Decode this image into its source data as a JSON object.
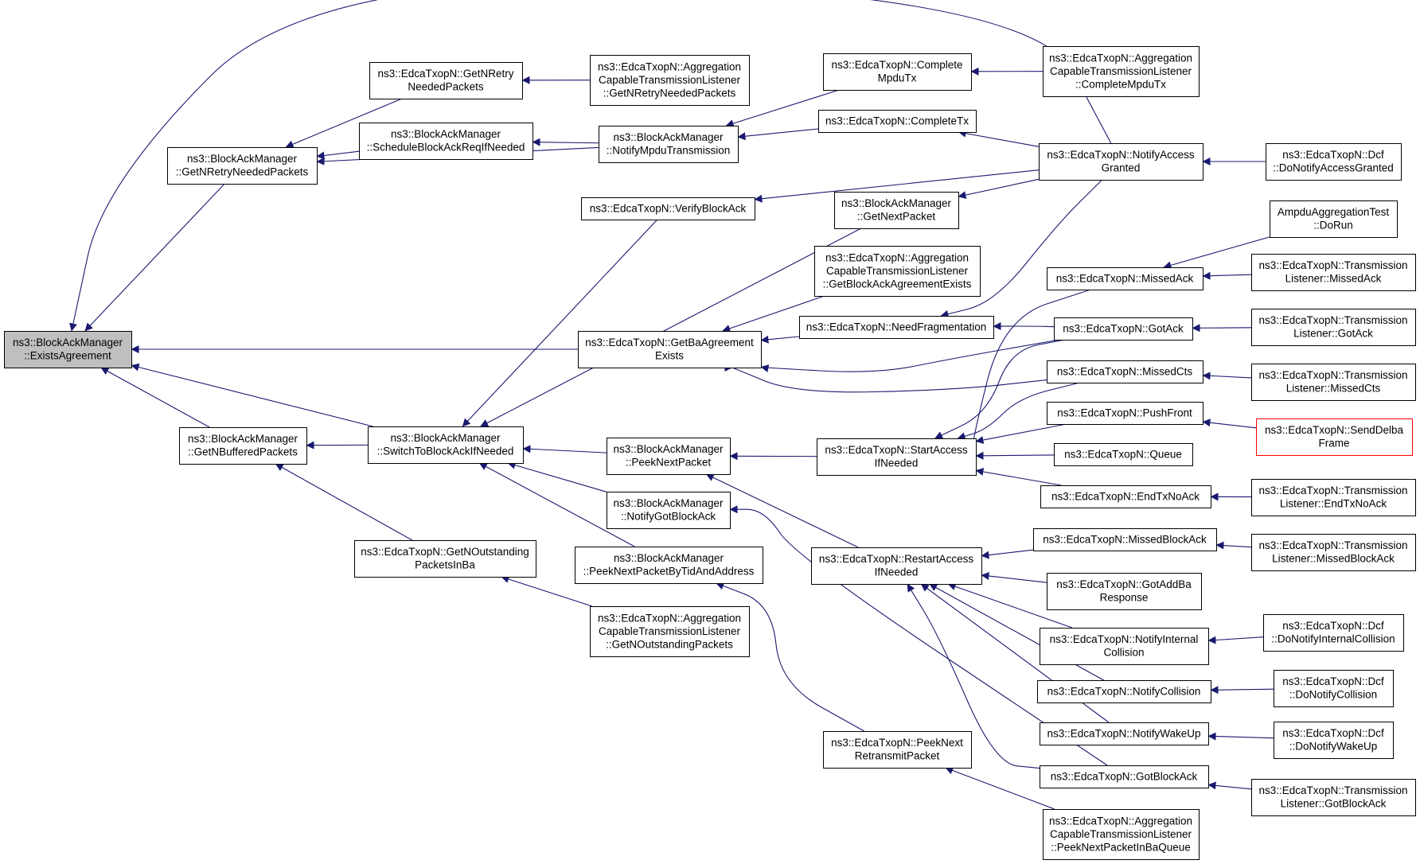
{
  "diagram": {
    "title": "",
    "nodes": [
      {
        "id": "n0",
        "lines": [
          "ns3::BlockAckManager",
          "::ExistsAgreement"
        ],
        "root": true
      },
      {
        "id": "n1",
        "lines": [
          "ns3::BlockAckManager",
          "::GetNRetryNeededPackets"
        ]
      },
      {
        "id": "n2",
        "lines": [
          "ns3::BlockAckManager",
          "::GetNBufferedPackets"
        ]
      },
      {
        "id": "n3",
        "lines": [
          "ns3::EdcaTxopN::GetNRetry",
          "NeededPackets"
        ]
      },
      {
        "id": "n4",
        "lines": [
          "ns3::BlockAckManager",
          "::ScheduleBlockAckReqIfNeeded"
        ]
      },
      {
        "id": "n5",
        "lines": [
          "ns3::BlockAckManager",
          "::SwitchToBlockAckIfNeeded"
        ]
      },
      {
        "id": "n6",
        "lines": [
          "ns3::EdcaTxopN::GetNOutstanding",
          "PacketsInBa"
        ]
      },
      {
        "id": "n7",
        "lines": [
          "ns3::EdcaTxopN::Aggregation",
          "CapableTransmissionListener",
          "::GetNRetryNeededPackets"
        ]
      },
      {
        "id": "n8",
        "lines": [
          "ns3::BlockAckManager",
          "::NotifyMpduTransmission"
        ]
      },
      {
        "id": "n9",
        "lines": [
          "ns3::EdcaTxopN::VerifyBlockAck"
        ]
      },
      {
        "id": "n10",
        "lines": [
          "ns3::EdcaTxopN::GetBaAgreement",
          "Exists"
        ]
      },
      {
        "id": "n11",
        "lines": [
          "ns3::BlockAckManager",
          "::PeekNextPacket"
        ]
      },
      {
        "id": "n12",
        "lines": [
          "ns3::BlockAckManager",
          "::NotifyGotBlockAck"
        ]
      },
      {
        "id": "n13",
        "lines": [
          "ns3::BlockAckManager",
          "::PeekNextPacketByTidAndAddress"
        ]
      },
      {
        "id": "n14",
        "lines": [
          "ns3::EdcaTxopN::Aggregation",
          "CapableTransmissionListener",
          "::GetNOutstandingPackets"
        ]
      },
      {
        "id": "n15",
        "lines": [
          "ns3::EdcaTxopN::Complete",
          "MpduTx"
        ]
      },
      {
        "id": "n16",
        "lines": [
          "ns3::EdcaTxopN::CompleteTx"
        ]
      },
      {
        "id": "n17",
        "lines": [
          "ns3::BlockAckManager",
          "::GetNextPacket"
        ]
      },
      {
        "id": "n18",
        "lines": [
          "ns3::EdcaTxopN::Aggregation",
          "CapableTransmissionListener",
          "::GetBlockAckAgreementExists"
        ]
      },
      {
        "id": "n19",
        "lines": [
          "ns3::EdcaTxopN::NeedFragmentation"
        ]
      },
      {
        "id": "n20",
        "lines": [
          "ns3::EdcaTxopN::StartAccess",
          "IfNeeded"
        ]
      },
      {
        "id": "n21",
        "lines": [
          "ns3::EdcaTxopN::RestartAccess",
          "IfNeeded"
        ]
      },
      {
        "id": "n22",
        "lines": [
          "ns3::EdcaTxopN::PeekNext",
          "RetransmitPacket"
        ]
      },
      {
        "id": "n23",
        "lines": [
          "ns3::EdcaTxopN::Aggregation",
          "CapableTransmissionListener",
          "::CompleteMpduTx"
        ]
      },
      {
        "id": "n24",
        "lines": [
          "ns3::EdcaTxopN::NotifyAccess",
          "Granted"
        ]
      },
      {
        "id": "n25",
        "lines": [
          "ns3::EdcaTxopN::MissedAck"
        ]
      },
      {
        "id": "n26",
        "lines": [
          "ns3::EdcaTxopN::GotAck"
        ]
      },
      {
        "id": "n27",
        "lines": [
          "ns3::EdcaTxopN::MissedCts"
        ]
      },
      {
        "id": "n28",
        "lines": [
          "ns3::EdcaTxopN::PushFront"
        ]
      },
      {
        "id": "n29",
        "lines": [
          "ns3::EdcaTxopN::Queue"
        ]
      },
      {
        "id": "n30",
        "lines": [
          "ns3::EdcaTxopN::EndTxNoAck"
        ]
      },
      {
        "id": "n31",
        "lines": [
          "ns3::EdcaTxopN::MissedBlockAck"
        ]
      },
      {
        "id": "n32",
        "lines": [
          "ns3::EdcaTxopN::GotAddBa",
          "Response"
        ]
      },
      {
        "id": "n33",
        "lines": [
          "ns3::EdcaTxopN::NotifyInternal",
          "Collision"
        ]
      },
      {
        "id": "n34",
        "lines": [
          "ns3::EdcaTxopN::NotifyCollision"
        ]
      },
      {
        "id": "n35",
        "lines": [
          "ns3::EdcaTxopN::NotifyWakeUp"
        ]
      },
      {
        "id": "n36",
        "lines": [
          "ns3::EdcaTxopN::GotBlockAck"
        ]
      },
      {
        "id": "n37",
        "lines": [
          "ns3::EdcaTxopN::Aggregation",
          "CapableTransmissionListener",
          "::PeekNextPacketInBaQueue"
        ]
      },
      {
        "id": "n38",
        "lines": [
          "ns3::EdcaTxopN::Dcf",
          "::DoNotifyAccessGranted"
        ]
      },
      {
        "id": "n39",
        "lines": [
          "AmpduAggregationTest",
          "::DoRun"
        ]
      },
      {
        "id": "n40",
        "lines": [
          "ns3::EdcaTxopN::Transmission",
          "Listener::MissedAck"
        ]
      },
      {
        "id": "n41",
        "lines": [
          "ns3::EdcaTxopN::Transmission",
          "Listener::GotAck"
        ]
      },
      {
        "id": "n42",
        "lines": [
          "ns3::EdcaTxopN::Transmission",
          "Listener::MissedCts"
        ]
      },
      {
        "id": "n43",
        "lines": [
          "ns3::EdcaTxopN::SendDelba",
          "Frame"
        ],
        "highlight": "red"
      },
      {
        "id": "n44",
        "lines": [
          "ns3::EdcaTxopN::Transmission",
          "Listener::EndTxNoAck"
        ]
      },
      {
        "id": "n45",
        "lines": [
          "ns3::EdcaTxopN::Transmission",
          "Listener::MissedBlockAck"
        ]
      },
      {
        "id": "n46",
        "lines": [
          "ns3::EdcaTxopN::Dcf",
          "::DoNotifyInternalCollision"
        ]
      },
      {
        "id": "n47",
        "lines": [
          "ns3::EdcaTxopN::Dcf",
          "::DoNotifyCollision"
        ]
      },
      {
        "id": "n48",
        "lines": [
          "ns3::EdcaTxopN::Dcf",
          "::DoNotifyWakeUp"
        ]
      },
      {
        "id": "n49",
        "lines": [
          "ns3::EdcaTxopN::Transmission",
          "Listener::GotBlockAck"
        ]
      }
    ],
    "edges": [
      [
        "n1",
        "n0"
      ],
      [
        "n2",
        "n0"
      ],
      [
        "n5",
        "n0"
      ],
      [
        "n10",
        "n0"
      ],
      [
        "n24",
        "n0"
      ],
      [
        "n3",
        "n1"
      ],
      [
        "n4",
        "n1"
      ],
      [
        "n8",
        "n1"
      ],
      [
        "n5",
        "n2"
      ],
      [
        "n6",
        "n2"
      ],
      [
        "n7",
        "n3"
      ],
      [
        "n8",
        "n4"
      ],
      [
        "n9",
        "n5"
      ],
      [
        "n11",
        "n5"
      ],
      [
        "n12",
        "n5"
      ],
      [
        "n13",
        "n5"
      ],
      [
        "n17",
        "n5"
      ],
      [
        "n14",
        "n6"
      ],
      [
        "n15",
        "n8"
      ],
      [
        "n16",
        "n8"
      ],
      [
        "n24",
        "n9"
      ],
      [
        "n18",
        "n10"
      ],
      [
        "n19",
        "n10"
      ],
      [
        "n26",
        "n10"
      ],
      [
        "n27",
        "n10"
      ],
      [
        "n20",
        "n11"
      ],
      [
        "n21",
        "n11"
      ],
      [
        "n36",
        "n12"
      ],
      [
        "n22",
        "n13"
      ],
      [
        "n23",
        "n15"
      ],
      [
        "n24",
        "n16"
      ],
      [
        "n24",
        "n17"
      ],
      [
        "n24",
        "n19"
      ],
      [
        "n26",
        "n19"
      ],
      [
        "n28",
        "n20"
      ],
      [
        "n29",
        "n20"
      ],
      [
        "n30",
        "n20"
      ],
      [
        "n25",
        "n20"
      ],
      [
        "n26",
        "n20"
      ],
      [
        "n27",
        "n20"
      ],
      [
        "n31",
        "n21"
      ],
      [
        "n32",
        "n21"
      ],
      [
        "n33",
        "n21"
      ],
      [
        "n34",
        "n21"
      ],
      [
        "n35",
        "n21"
      ],
      [
        "n36",
        "n21"
      ],
      [
        "n37",
        "n22"
      ],
      [
        "n38",
        "n24"
      ],
      [
        "n39",
        "n25"
      ],
      [
        "n40",
        "n25"
      ],
      [
        "n41",
        "n26"
      ],
      [
        "n42",
        "n27"
      ],
      [
        "n43",
        "n28"
      ],
      [
        "n44",
        "n30"
      ],
      [
        "n45",
        "n31"
      ],
      [
        "n46",
        "n33"
      ],
      [
        "n47",
        "n34"
      ],
      [
        "n48",
        "n35"
      ],
      [
        "n49",
        "n36"
      ]
    ]
  }
}
